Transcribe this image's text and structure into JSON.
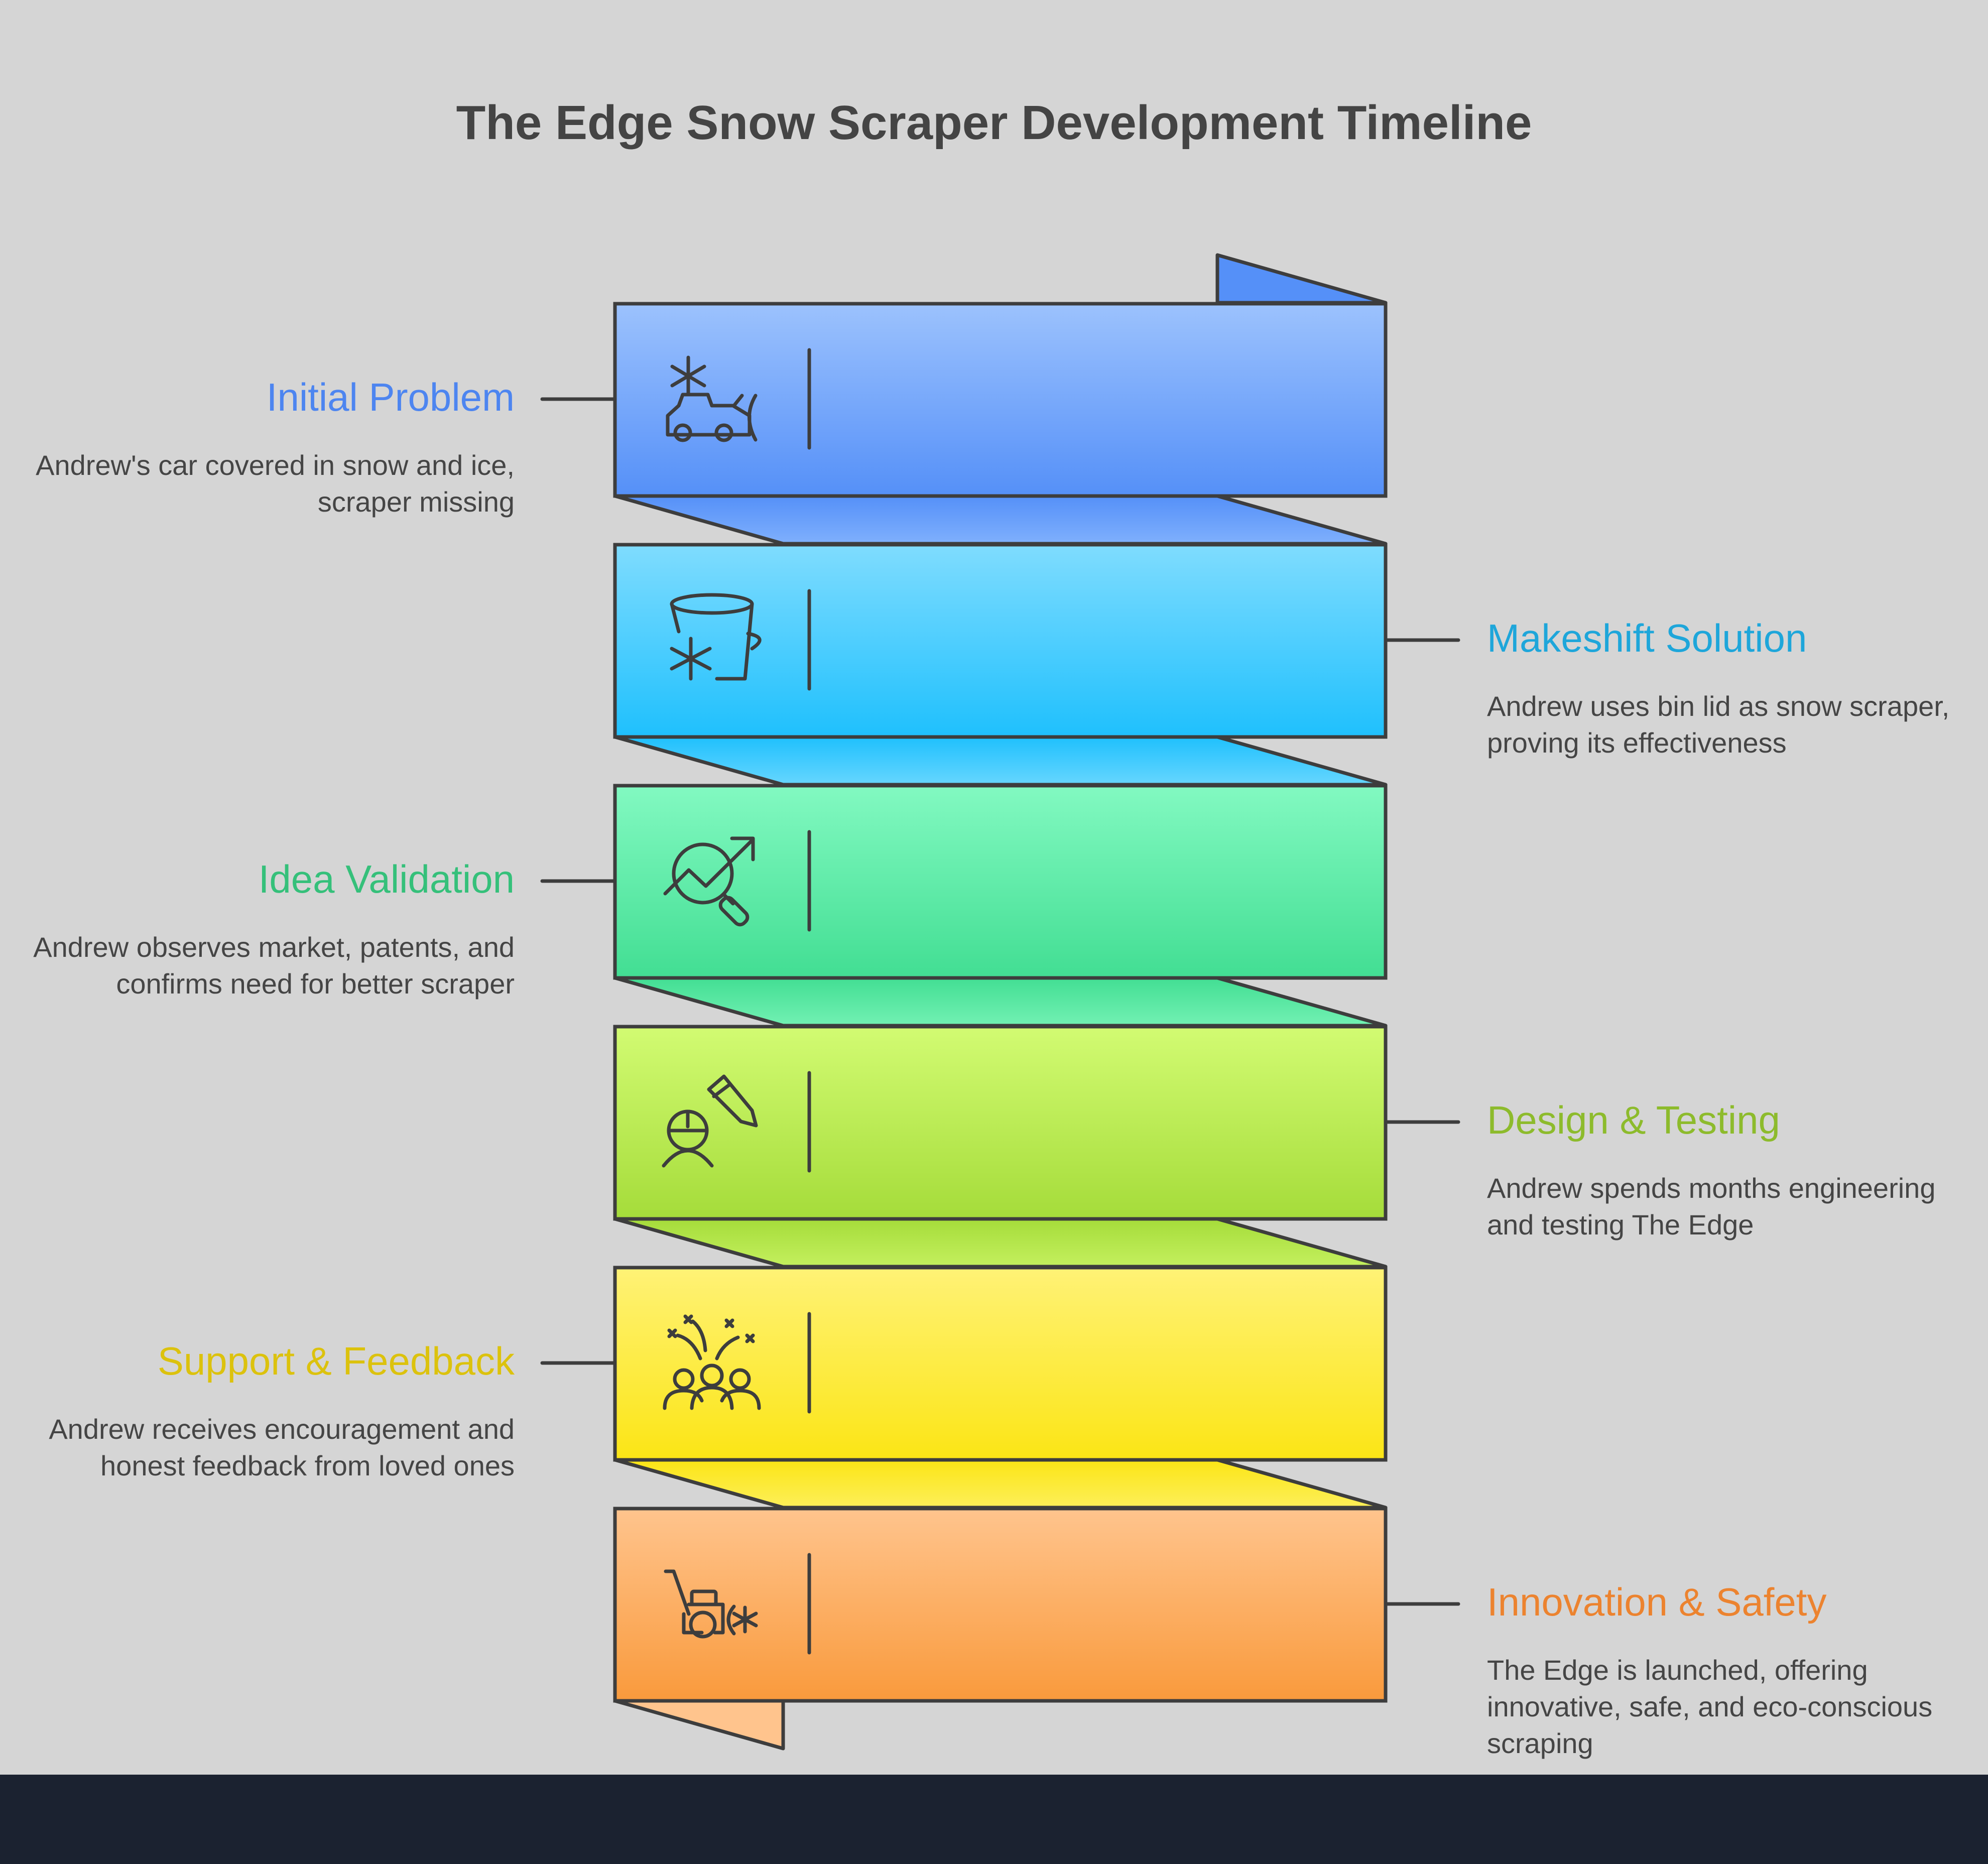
{
  "title": "The Edge Snow Scraper Development Timeline",
  "colors": {
    "background": "#d5d5d5",
    "footer": "#1b2230",
    "outline": "#3d3d3d",
    "title": "#444444",
    "description": "#454545"
  },
  "stages": [
    {
      "label": "Initial Problem",
      "description": "Andrew's car covered in snow and ice, scraper missing",
      "side": "left",
      "icon": "snow-truck-icon",
      "color": "#4d85f0",
      "gradient": [
        "#9cc2fd",
        "#5590f8"
      ]
    },
    {
      "label": "Makeshift Solution",
      "description": "Andrew uses bin lid as snow scraper, proving its effectiveness",
      "side": "right",
      "icon": "bucket-snowflake-icon",
      "color": "#1ea6da",
      "gradient": [
        "#7fdcfe",
        "#1fc0fd"
      ]
    },
    {
      "label": "Idea Validation",
      "description": "Andrew observes market, patents, and confirms need for better scraper",
      "side": "left",
      "icon": "trend-search-icon",
      "color": "#35c07a",
      "gradient": [
        "#82f9c1",
        "#42de93"
      ]
    },
    {
      "label": "Design & Testing",
      "description": "Andrew spends months engineering and testing The Edge",
      "side": "right",
      "icon": "engineer-pencil-icon",
      "color": "#8dbb2c",
      "gradient": [
        "#d2fb72",
        "#a5dc3a"
      ]
    },
    {
      "label": "Support & Feedback",
      "description": "Andrew receives encouragement and honest feedback from loved ones",
      "side": "left",
      "icon": "celebrating-group-icon",
      "color": "#dcc20d",
      "gradient": [
        "#fff276",
        "#fbe515"
      ]
    },
    {
      "label": "Innovation & Safety",
      "description": "The Edge is launched, offering innovative, safe, and eco-conscious scraping",
      "side": "right",
      "icon": "snow-blower-icon",
      "color": "#ec832f",
      "gradient": [
        "#ffc48d",
        "#f99a3c"
      ]
    }
  ]
}
